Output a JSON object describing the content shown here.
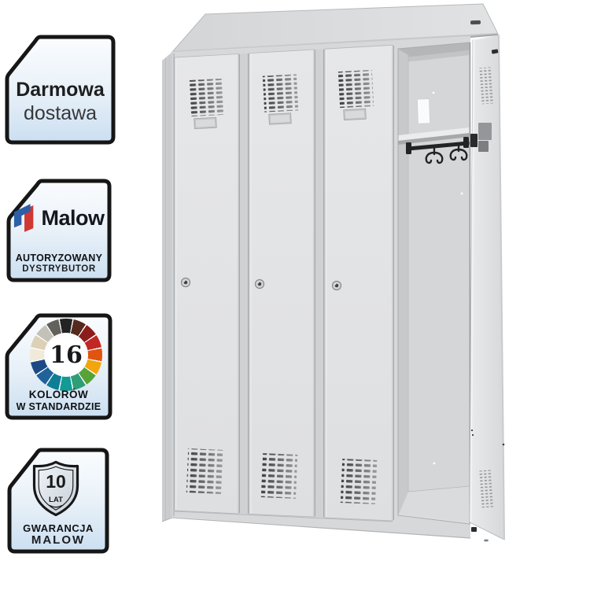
{
  "page": {
    "background": "#ffffff"
  },
  "badges": {
    "free_delivery": {
      "line1": "Darmowa",
      "line2": "dostawa"
    },
    "authorized_distributor": {
      "brand": "Malow",
      "line1": "AUTORYZOWANY",
      "line2": "DYSTRYBUTOR"
    },
    "colors_standard": {
      "count": "16",
      "line1": "KOLORÓW",
      "line2": "W STANDARDZIE",
      "wheel_colors": [
        "#232323",
        "#55291c",
        "#8c1d1b",
        "#c22823",
        "#e0540f",
        "#f2a50c",
        "#57a33a",
        "#2f9e78",
        "#129a94",
        "#0e7e96",
        "#20639a",
        "#1d4a85",
        "#f0ead8",
        "#dcd0b6",
        "#c4c1b8",
        "#62615c"
      ]
    },
    "warranty": {
      "years": "10",
      "unit": "LAT",
      "line1": "GWARANCJA",
      "line2": "MALOW"
    }
  },
  "palette": {
    "badge_border": "#161616",
    "badge_bg_top": "#fafdff",
    "badge_bg_mid": "#e9f1f8",
    "badge_bg_bottom": "#cbdff1",
    "logo_blue": "#2b5fa8",
    "logo_red": "#cf3833",
    "locker_body": "#e3e4e6",
    "locker_frame": "#d6d8da",
    "locker_roof": "#d9dbdd",
    "locker_side": "#cbcdcf",
    "interior_back": "#d5d6d8",
    "interior_wall": "#c7c9cb",
    "interior_ceiling": "#b4b6b8",
    "shelf": "#ebeced",
    "floor": "#dadbdd",
    "vent_slot": "#3e4042",
    "hardware_black": "#222326",
    "label_holder": "#c3c6c9"
  }
}
